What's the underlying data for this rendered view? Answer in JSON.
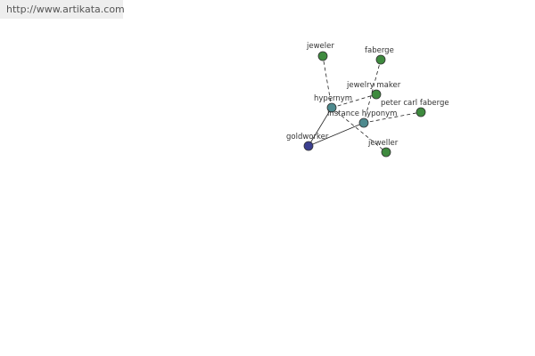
{
  "header": {
    "url": "http://www.artikata.com"
  },
  "colors": {
    "central_node": "#3b3f8f",
    "relation_node": "#4e8a8e",
    "leaf_node": "#3e8a3e",
    "node_stroke": "#333333",
    "edge": "#222222"
  },
  "graph": {
    "nodes": [
      {
        "id": "goldworker",
        "label": "goldworker",
        "kind": "central_node"
      },
      {
        "id": "hypernym",
        "label": "hypernym",
        "kind": "relation_node"
      },
      {
        "id": "instance-hyponym",
        "label": "instance hyponym",
        "kind": "relation_node"
      },
      {
        "id": "jeweler",
        "label": "jeweler",
        "kind": "leaf_node"
      },
      {
        "id": "faberge",
        "label": "faberge",
        "kind": "leaf_node"
      },
      {
        "id": "jewelry-maker",
        "label": "jewelry maker",
        "kind": "leaf_node"
      },
      {
        "id": "peter-carl-faberge",
        "label": "peter carl faberge",
        "kind": "leaf_node"
      },
      {
        "id": "jeweller",
        "label": "jeweller",
        "kind": "leaf_node"
      }
    ],
    "edges": [
      {
        "from": "goldworker",
        "to": "hypernym",
        "style": "solid"
      },
      {
        "from": "goldworker",
        "to": "instance-hyponym",
        "style": "solid"
      },
      {
        "from": "hypernym",
        "to": "jeweler",
        "style": "dashed"
      },
      {
        "from": "hypernym",
        "to": "jewelry-maker",
        "style": "dashed"
      },
      {
        "from": "hypernym",
        "to": "jeweller",
        "style": "dashed"
      },
      {
        "from": "instance-hyponym",
        "to": "faberge",
        "style": "dashed"
      },
      {
        "from": "instance-hyponym",
        "to": "peter-carl-faberge",
        "style": "dashed"
      }
    ]
  }
}
